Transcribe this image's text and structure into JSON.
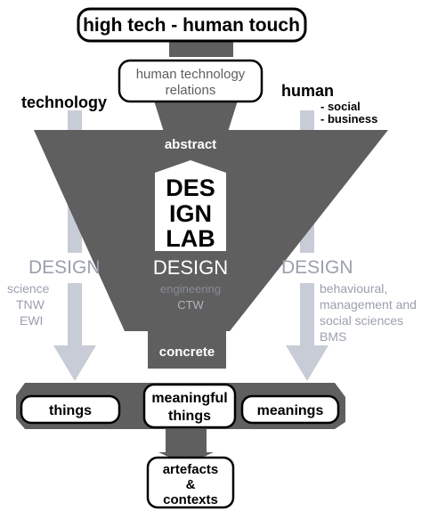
{
  "title": "high tech - human touch",
  "top_box": [
    "human technology",
    "relations"
  ],
  "left_heading": "technology",
  "right_heading": "human",
  "right_subitems": [
    "- social",
    "- business"
  ],
  "funnel": {
    "top_label": "abstract",
    "logo": [
      "DES",
      "IGN",
      "LAB"
    ],
    "design_label": "DESIGN",
    "sub_labels": [
      "engineering",
      "CTW"
    ],
    "bottom_label": "concrete"
  },
  "left_column": {
    "design_label": "DESIGN",
    "faculties": [
      "science",
      "TNW",
      "EWI"
    ]
  },
  "right_column": {
    "design_label": "DESIGN",
    "faculties": [
      "behavioural,",
      "management and",
      "social sciences",
      "BMS"
    ]
  },
  "bottom_row": {
    "left": "things",
    "center": [
      "meaningful",
      "things"
    ],
    "right": "meanings"
  },
  "output_box": [
    "artefacts",
    "&",
    "contexts"
  ],
  "colors": {
    "dark_grey": "#5f5f5f",
    "light_grey": "#c8ccd6",
    "muted_text": "#9aa0ad",
    "black": "#000000",
    "white": "#ffffff"
  }
}
